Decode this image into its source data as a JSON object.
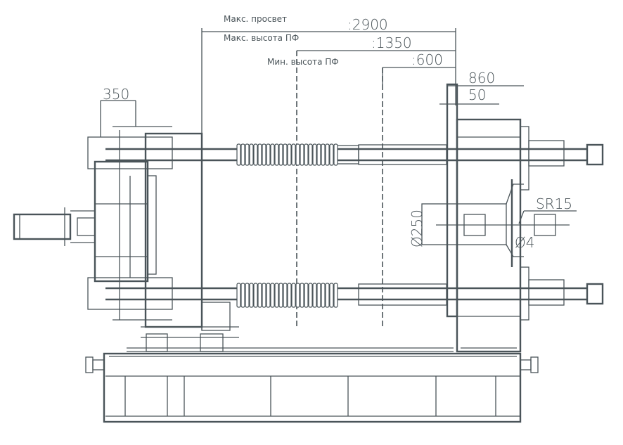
{
  "drawing": {
    "dimensions": {
      "max_daylight_label": "Макс. просвет",
      "max_daylight_value": ":2900",
      "max_mold_height_label": "Макс. высота ПФ",
      "max_mold_height_value": ":1350",
      "min_mold_height_label": "Мин. высота ПФ",
      "min_mold_height_value": ":600",
      "nozzle_distance": "860",
      "nozzle_offset": "50",
      "ejector_stroke": "350",
      "nozzle_radius": "SR15",
      "locating_ring_diameter": "Ø250",
      "nozzle_hole_diameter": "Ø4"
    },
    "line_color": "#4a5459"
  }
}
